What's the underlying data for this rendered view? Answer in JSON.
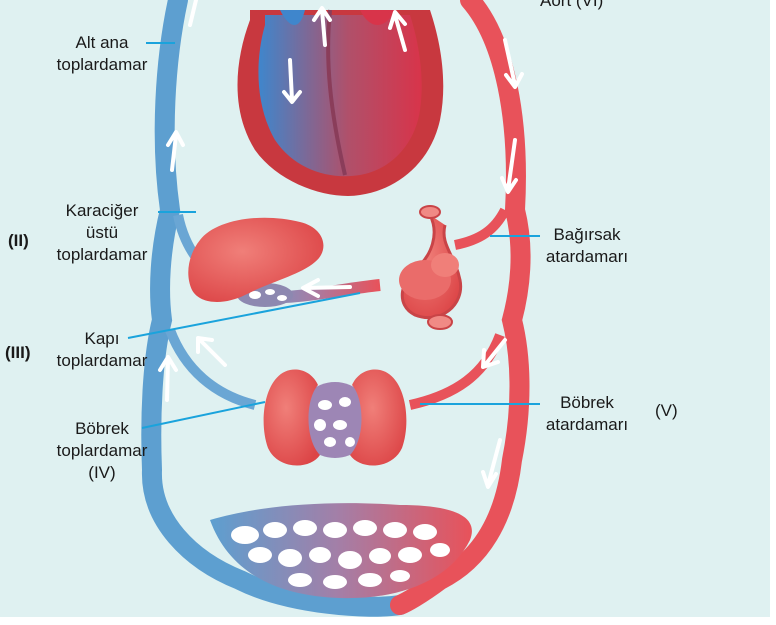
{
  "labels": {
    "aort": "Aort (VI)",
    "alt_ana_1": "Alt ana",
    "alt_ana_2": "toplardamar",
    "karaciger_1": "Karaciğer",
    "karaciger_2": "üstü",
    "karaciger_3": "toplardamar",
    "roman_2": "(II)",
    "kapi_1": "Kapı",
    "kapi_2": "toplardamar",
    "roman_3": "(III)",
    "bobrek_top_1": "Böbrek",
    "bobrek_top_2": "toplardamar",
    "bobrek_top_3": "(IV)",
    "bagirsak_1": "Bağırsak",
    "bagirsak_2": "atardamarı",
    "bobrek_atar_1": "Böbrek",
    "bobrek_atar_2": "atardamarı",
    "roman_5": "(V)"
  },
  "colors": {
    "background": "#dff1f1",
    "vein_blue": "#5d9fd0",
    "artery_red": "#e8525a",
    "organ_red": "#e35a5c",
    "leader_line": "#1aa3dc"
  }
}
